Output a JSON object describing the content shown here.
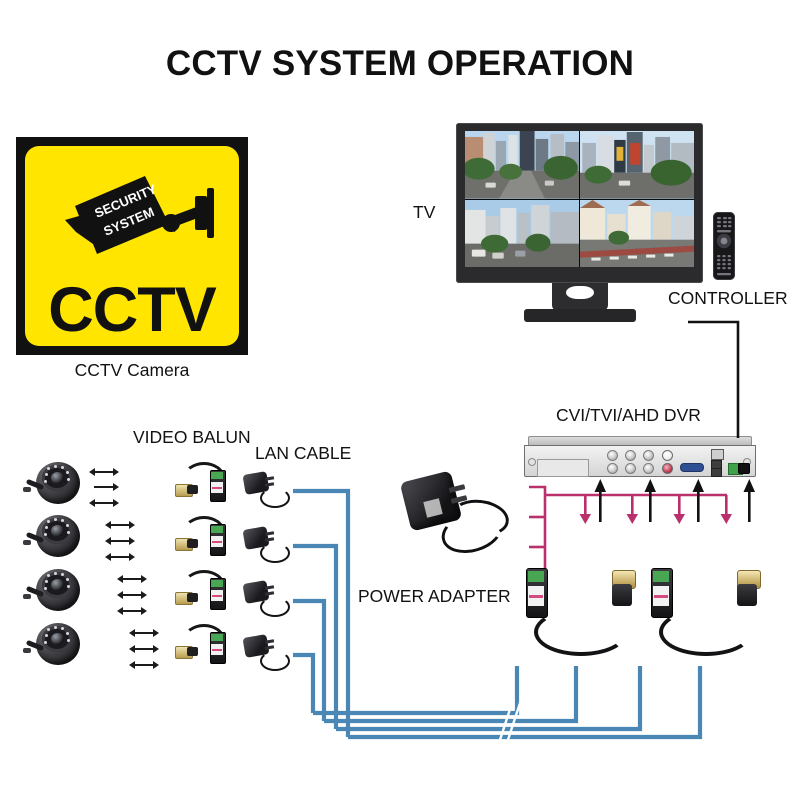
{
  "title": "CCTV SYSTEM OPERATION",
  "sign": {
    "badge_text": "CCTV",
    "camera_line1": "SECURITY",
    "camera_line2": "SYSTEM",
    "caption": "CCTV Camera",
    "background_color": "#ffe500",
    "border_color": "#111111"
  },
  "labels": {
    "tv": "TV",
    "controller": "CONTROLLER",
    "dvr": "CVI/TVI/AHD DVR",
    "video_balun": "VIDEO BALUN",
    "lan_cable": "LAN CABLE",
    "power_adapter": "POWER ADAPTER"
  },
  "colors": {
    "lan_cable": "#4a87b5",
    "power_bus": "#b9306c",
    "video_line": "#111111",
    "sign_yellow": "#ffe500",
    "dvr_panel": "#e6e6e6"
  },
  "counts": {
    "cameras": 4,
    "baluns_camera_side": 4,
    "power_adapters_small": 4,
    "baluns_dvr_side": 2,
    "tv_quadrants": 4,
    "lan_cable_runs": 4
  },
  "tv_quadrants": [
    {
      "name": "street-view-top-left"
    },
    {
      "name": "street-view-top-right"
    },
    {
      "name": "street-view-bottom-left"
    },
    {
      "name": "street-view-bottom-right"
    }
  ],
  "dvr_ports": {
    "bnc_count": 6,
    "rca_count": 2,
    "vga": "VGA",
    "usb_count": 2,
    "ethernet": "LAN",
    "terminal": "alarm-terminal",
    "power": "DC-IN"
  }
}
